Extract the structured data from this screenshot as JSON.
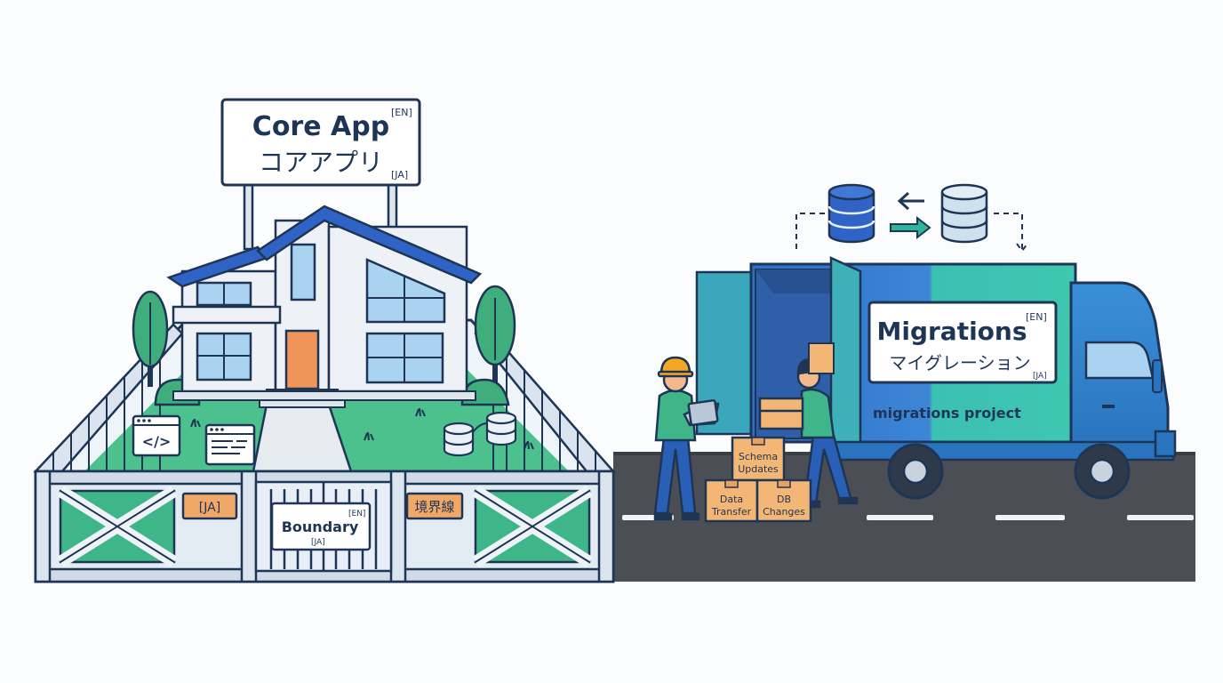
{
  "core_sign": {
    "title": "Core App",
    "title_ja": "コアアプリ",
    "tag_en": "[EN]",
    "tag_ja": "[JA]"
  },
  "fence": {
    "plaque_left": "[JA]",
    "plaque_right": "境界線",
    "gate_sign": {
      "title": "Boundary",
      "tag_en": "[EN]",
      "tag_ja": "[JA]"
    }
  },
  "truck": {
    "sign_title": "Migrations",
    "sign_title_ja": "マイグレーション",
    "sign_tag_en": "[EN]",
    "sign_tag_ja": "[JA]",
    "side_label": "migrations project"
  },
  "boxes": [
    {
      "line1": "Schema",
      "line2": "Updates"
    },
    {
      "line1": "Data",
      "line2": "Transfer"
    },
    {
      "line1": "DB",
      "line2": "Changes"
    }
  ],
  "icons": {
    "code_window": "code-icon",
    "text_window": "document-icon",
    "database": "database-icon",
    "swap": "swap-arrows-icon"
  },
  "colors": {
    "navy": "#1e3556",
    "blue": "#2f64c6",
    "teal": "#2fb59a",
    "green": "#3db87c",
    "orange": "#f0945a",
    "box": "#f4b675",
    "road": "#4b4e54"
  }
}
